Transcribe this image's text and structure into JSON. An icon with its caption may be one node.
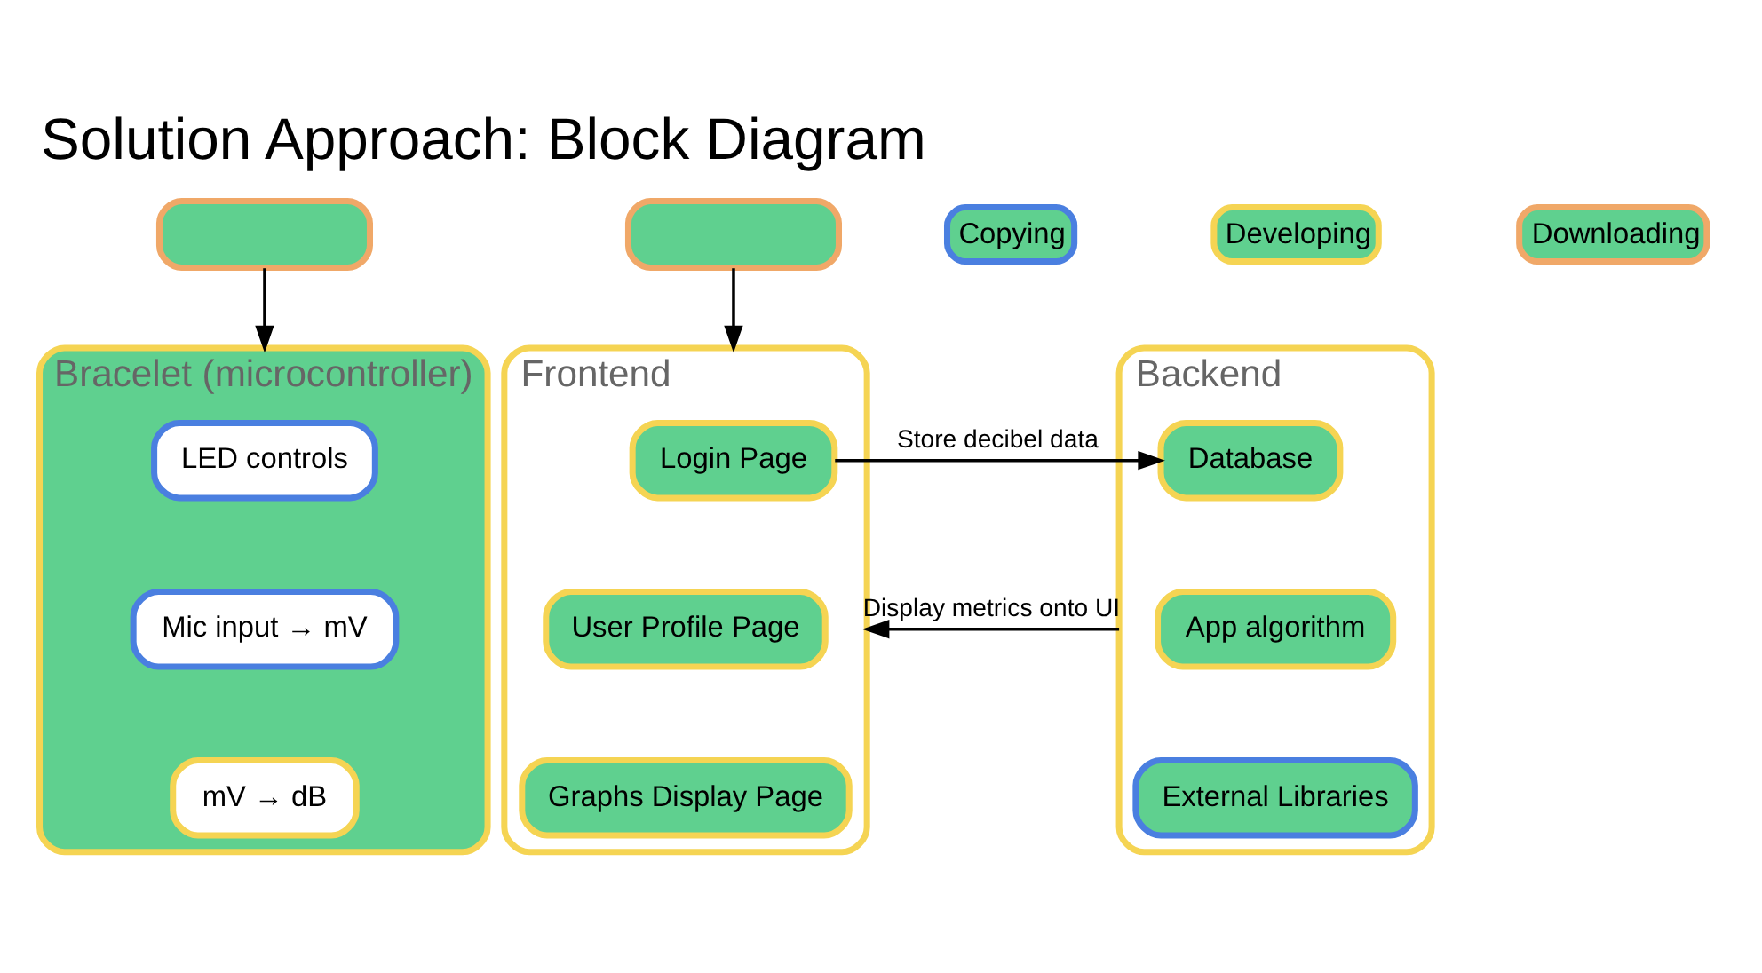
{
  "diagram": {
    "title": "Solution Approach: Block Diagram",
    "nodes": [
      {
        "text": [],
        "shape": "box"
      },
      {
        "text": [
          "Bracelet (microcontroller)"
        ]
      },
      {
        "text": [
          "LED controls"
        ],
        "in": 1
      },
      {
        "text": [
          "Mic input → mV"
        ],
        "in": 1
      },
      {
        "text": [
          "mV → dB"
        ],
        "in": 1
      },
      {
        "text": [],
        "shape": "box"
      },
      {
        "text": [
          "Backend"
        ]
      },
      {
        "text": [
          "Database"
        ],
        "in": 6
      },
      {
        "text": [
          "App algorithm"
        ],
        "in": 6
      },
      {
        "text": [
          "External Libraries"
        ],
        "in": 6
      },
      {
        "text": [
          "Frontend"
        ]
      },
      {
        "text": [
          "Login Page"
        ],
        "in": 10
      },
      {
        "text": [
          "User Profile Page"
        ],
        "in": 10
      },
      {
        "text": [
          "Graphs Display Page"
        ],
        "in": 10
      }
    ],
    "edges": [
      {
        "from": 0,
        "to": 1,
        "arrow": "to"
      },
      {
        "from": 5,
        "to": 10,
        "arrow": "to"
      },
      {
        "from": 10,
        "to": 6,
        "arrow": "to",
        "label": "Store decibel data"
      },
      {
        "from": 6,
        "to": 10,
        "arrow": "to",
        "label": "Display metrics onto UI"
      }
    ],
    "legend": [
      {
        "text": "Copying",
        "color": "#4a7fe0"
      },
      {
        "text": "Developing",
        "color": "#f5d453"
      },
      {
        "text": "Downloading",
        "color": "#f0a868"
      }
    ]
  }
}
